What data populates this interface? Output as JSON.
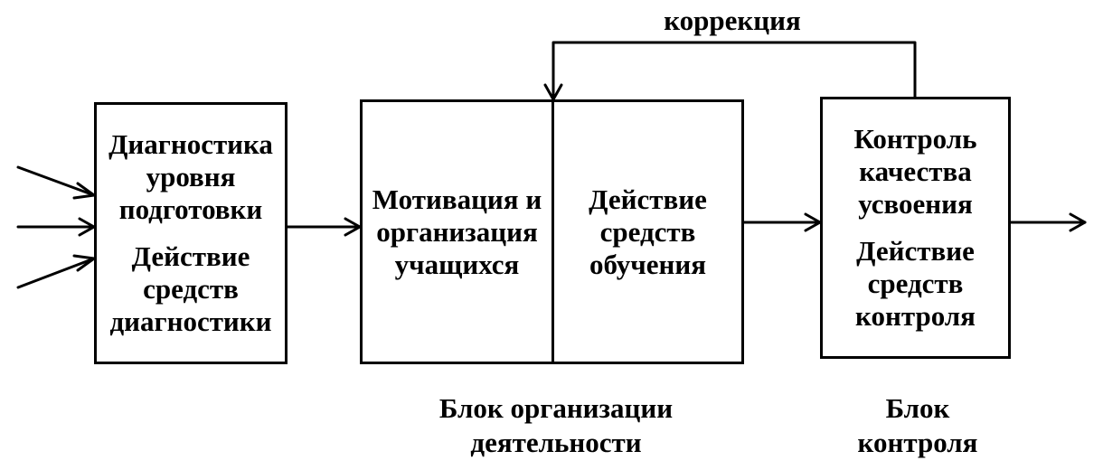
{
  "correction_label": "коррекция",
  "diagnostics_block": {
    "title_lines": [
      "Диагностика",
      "уровня",
      "подготовки"
    ],
    "action_lines": [
      "Действие",
      "средств",
      "диагностики"
    ]
  },
  "organization_block": {
    "left_lines": [
      "Мотивация и",
      "организация",
      "учащихся"
    ],
    "right_lines": [
      "Действие",
      "средств",
      "обучения"
    ],
    "caption_lines": [
      "Блок организации",
      "деятельности"
    ]
  },
  "control_block": {
    "title_lines": [
      "Контроль",
      "качества",
      "усвоения"
    ],
    "action_lines": [
      "Действие",
      "средств",
      "контроля"
    ],
    "caption_lines": [
      "Блок",
      "контроля"
    ]
  }
}
